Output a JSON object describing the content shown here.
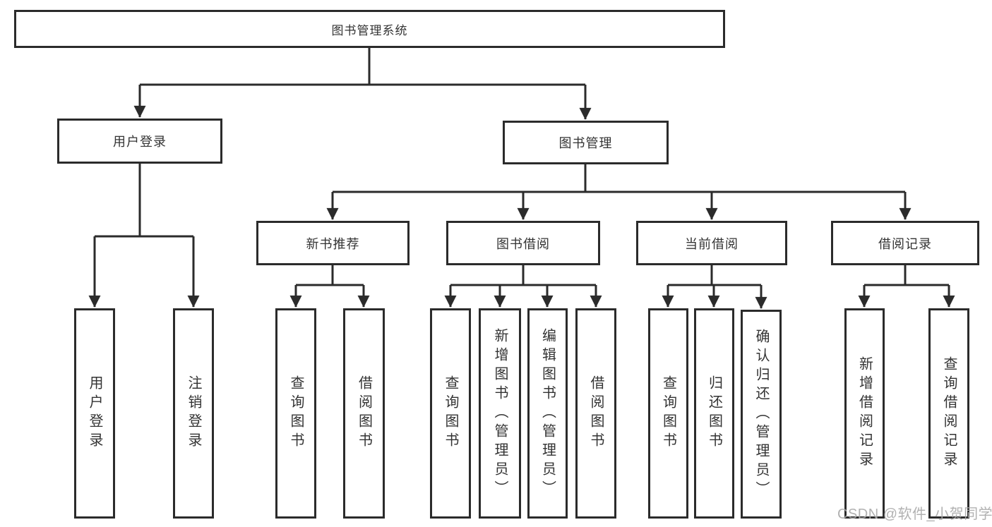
{
  "nodes": {
    "root": {
      "label": "图书管理系统"
    },
    "level2": [
      {
        "label": "用户登录"
      },
      {
        "label": "图书管理"
      }
    ],
    "level3": [
      {
        "label": "新书推荐"
      },
      {
        "label": "图书借阅"
      },
      {
        "label": "当前借阅"
      },
      {
        "label": "借阅记录"
      }
    ],
    "leaves": [
      {
        "label": "用户登录"
      },
      {
        "label": "注销登录"
      },
      {
        "label": "查询图书"
      },
      {
        "label": "借阅图书"
      },
      {
        "label": "查询图书"
      },
      {
        "label": "新增图书（管理员）"
      },
      {
        "label": "编辑图书（管理员）"
      },
      {
        "label": "借阅图书"
      },
      {
        "label": "查询图书"
      },
      {
        "label": "归还图书"
      },
      {
        "label": "确认归还（管理员）"
      },
      {
        "label": "新增借阅记录"
      },
      {
        "label": "查询借阅记录"
      }
    ]
  },
  "watermark": {
    "text": "CSDN @软件_小贺同学"
  },
  "colors": {
    "line": "#2b2b2b",
    "box_border": "#2b2b2b",
    "text": "#333333",
    "background": "#ffffff",
    "watermark": "#a8a8a8"
  }
}
